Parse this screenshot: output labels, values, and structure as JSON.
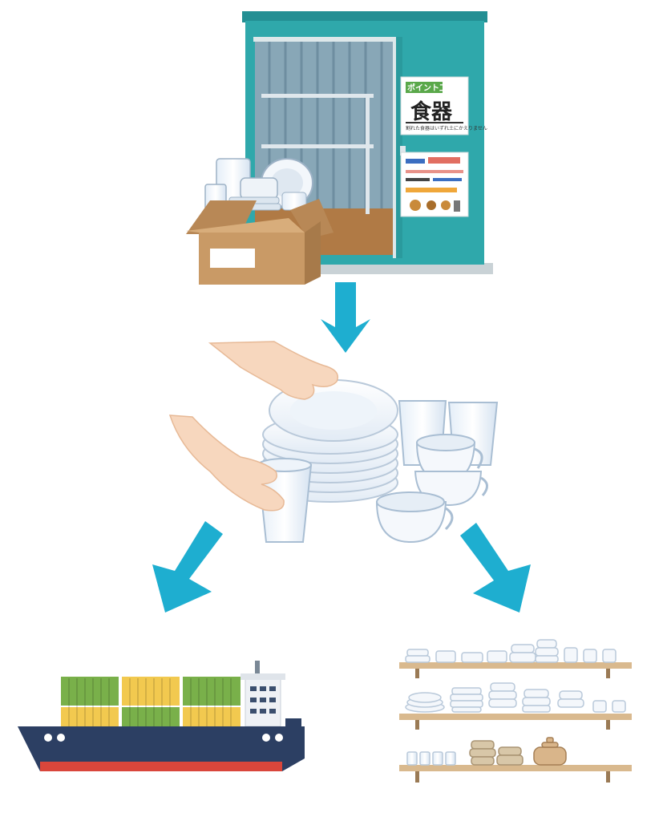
{
  "sign": {
    "badge": "ポイント工房",
    "title": "食器",
    "note": "割れた食器はいずれ土にかえりません"
  },
  "colors": {
    "storage_teal": "#2fa8ab",
    "arrow_blue": "#1eaed0",
    "ship_navy": "#2c3f63",
    "ship_red": "#d9463b",
    "container_green": "#79b04a",
    "container_yellow": "#f2c94f",
    "shelf_wood": "#d9b98e",
    "box_brown": "#c99a66"
  },
  "icons": [
    "storage-shed-icon",
    "cardboard-box-icon",
    "hands-holding-dishes-icon",
    "cargo-ship-icon",
    "dish-shelf-icon",
    "down-arrow-icon"
  ]
}
